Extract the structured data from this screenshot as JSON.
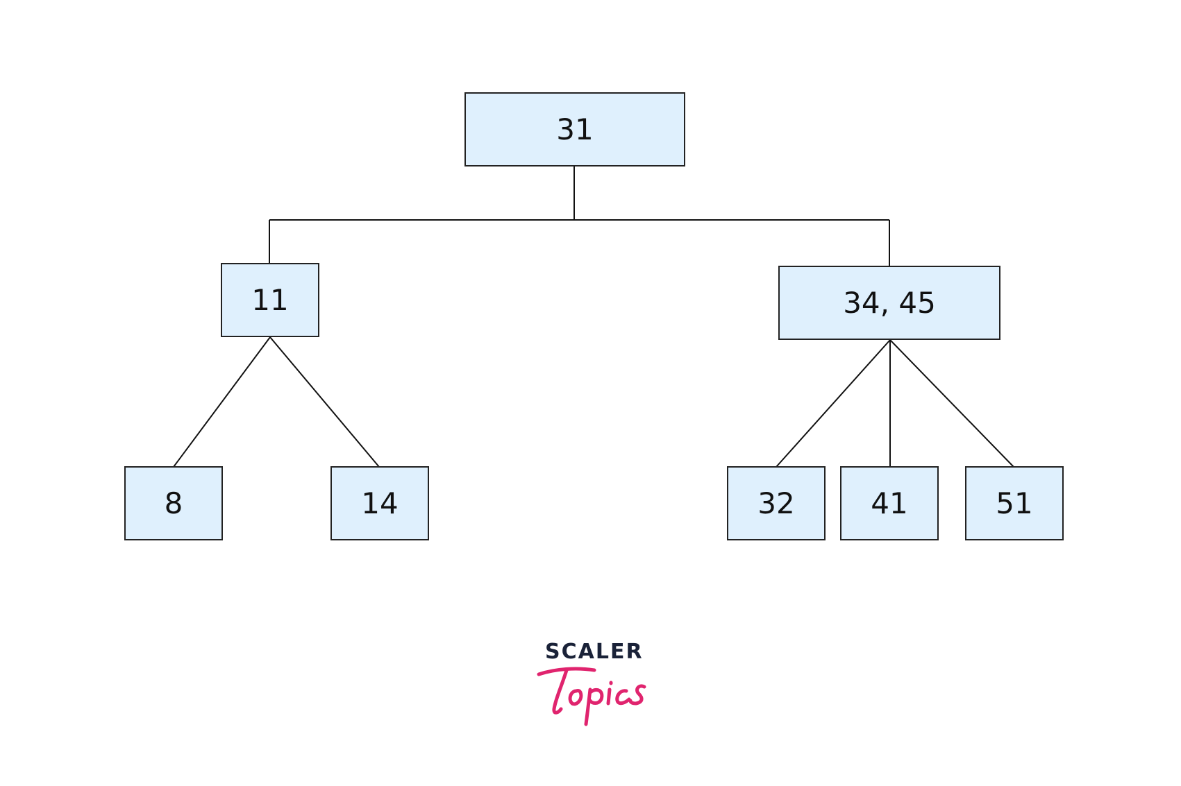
{
  "tree": {
    "root": {
      "label": "31"
    },
    "level1": [
      {
        "label": "11"
      },
      {
        "label": "34, 45"
      }
    ],
    "leaves": [
      {
        "label": "8"
      },
      {
        "label": "14"
      },
      {
        "label": "32"
      },
      {
        "label": "41"
      },
      {
        "label": "51"
      }
    ]
  },
  "logo": {
    "word": "SCALER",
    "script": "Topics"
  },
  "colors": {
    "node_fill": "#dff0fd",
    "node_border": "#222222",
    "edge": "#111111",
    "logo_dark": "#1a2238",
    "logo_pink": "#e0246e"
  }
}
